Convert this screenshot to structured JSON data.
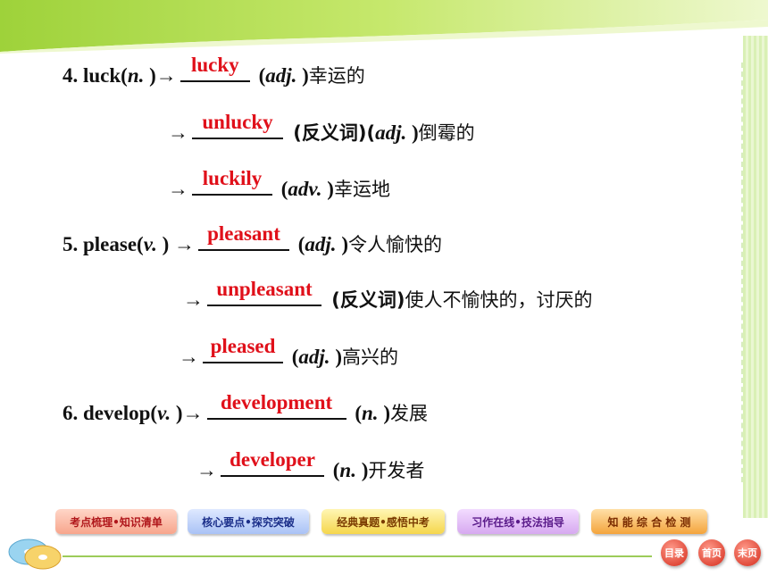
{
  "items": [
    {
      "prefix": "4. luck(",
      "pos": "n.",
      "suffix_a": " )→",
      "answer": "lucky",
      "after_pos_open": " (",
      "after_pos": "adj.",
      "after_pos_close": " )",
      "meaning": "幸运的"
    },
    {
      "prefix": "→",
      "answer": "unlucky",
      "after_plain": " (反义词)(",
      "after_pos": "adj.",
      "after_pos_close": " )",
      "meaning": "倒霉的"
    },
    {
      "prefix": "→",
      "answer": "luckily",
      "after_pos_open": " (",
      "after_pos": "adv.",
      "after_pos_close": " )",
      "meaning": "幸运地"
    },
    {
      "prefix": "5. please(",
      "pos": "v.",
      "suffix_a": " ) →",
      "answer": "pleasant",
      "after_pos_open": " (",
      "after_pos": "adj.",
      "after_pos_close": " )",
      "meaning": "令人愉快的"
    },
    {
      "prefix": "→",
      "answer": "unpleasant",
      "after_plain": " (反义词)",
      "meaning": "使人不愉快的，讨厌的"
    },
    {
      "prefix": "→",
      "answer": "pleased",
      "after_pos_open": " (",
      "after_pos": "adj.",
      "after_pos_close": " )",
      "meaning": "高兴的"
    },
    {
      "prefix": "6. develop(",
      "pos": "v.",
      "suffix_a": " )→",
      "answer": "development",
      "after_pos_open": " (",
      "after_pos": "n.",
      "after_pos_close": " )",
      "meaning": "发展"
    },
    {
      "prefix": "→",
      "answer": "developer",
      "after_pos_open": " (",
      "after_pos": "n.",
      "after_pos_close": " )",
      "meaning": "开发者"
    }
  ],
  "nav": {
    "b1": "考点梳理•知识清单",
    "b2": "核心要点•探究突破",
    "b3": "经典真题•感悟中考",
    "b4": "习作在线•技法指导",
    "b5": "知 能 综 合 检 测",
    "toc": "目录",
    "first": "首页",
    "last": "末页"
  },
  "colors": {
    "answer": "#e0101a",
    "accent_green": "#9ccc5a"
  }
}
